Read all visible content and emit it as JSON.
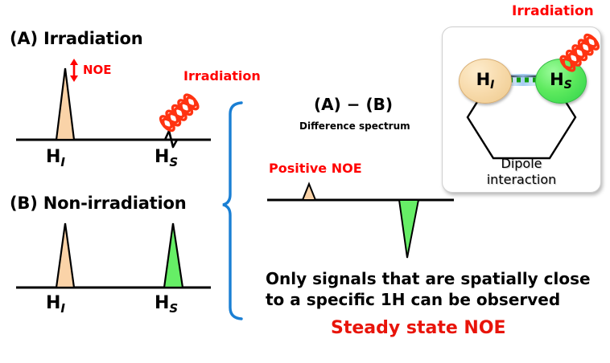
{
  "panels": {
    "a": {
      "title": "(A) Irradiation",
      "noe_label": "NOE",
      "irradiation_label": "Irradiation",
      "axis_left_label": "H",
      "axis_left_sub": "I",
      "axis_right_label": "H",
      "axis_right_sub": "S"
    },
    "b": {
      "title": "(B) Non-irradiation",
      "axis_left_label": "H",
      "axis_left_sub": "I",
      "axis_right_label": "H",
      "axis_right_sub": "S"
    },
    "difference": {
      "title": "(A) − (B)",
      "subtitle": "Difference spectrum",
      "positive_noe_label": "Positive NOE"
    }
  },
  "inset": {
    "irradiation_label": "Irradiation",
    "atom_left_label": "H",
    "atom_left_sub": "I",
    "atom_right_label": "H",
    "atom_right_sub": "S",
    "caption_line1": "Dipole",
    "caption_line2": "interaction"
  },
  "conclusion": {
    "line1": "Only signals that are spatially close",
    "line2": "to a specific 1H can be observed",
    "highlight": "Steady state NOE"
  },
  "colors": {
    "peak_peach": "#fad3a8",
    "peak_green": "#66ee66",
    "red": "#ff0000",
    "coil_red": "#ff3311",
    "brace_blue": "#1a7fd4",
    "baseline": "#000000",
    "steady_red": "#e8140a"
  },
  "chart_data": [
    {
      "type": "line",
      "title": "(A) Irradiation",
      "categories": [
        "H_I",
        "H_S"
      ],
      "values": [
        100,
        0
      ],
      "annotations": [
        "NOE",
        "Irradiation"
      ],
      "notes": "H_I peak enhanced; H_S position irradiated (no observable peak, small baseline glitch)"
    },
    {
      "type": "line",
      "title": "(B) Non-irradiation",
      "categories": [
        "H_I",
        "H_S"
      ],
      "values": [
        80,
        80
      ],
      "notes": "Both peaks present at equal intensity; H_I peach, H_S green"
    },
    {
      "type": "line",
      "title": "(A) − (B) Difference spectrum",
      "categories": [
        "H_I",
        "H_S"
      ],
      "values": [
        20,
        -80
      ],
      "annotations": [
        "Positive NOE"
      ],
      "notes": "Small positive peach peak at H_I, large negative green peak at H_S"
    }
  ]
}
